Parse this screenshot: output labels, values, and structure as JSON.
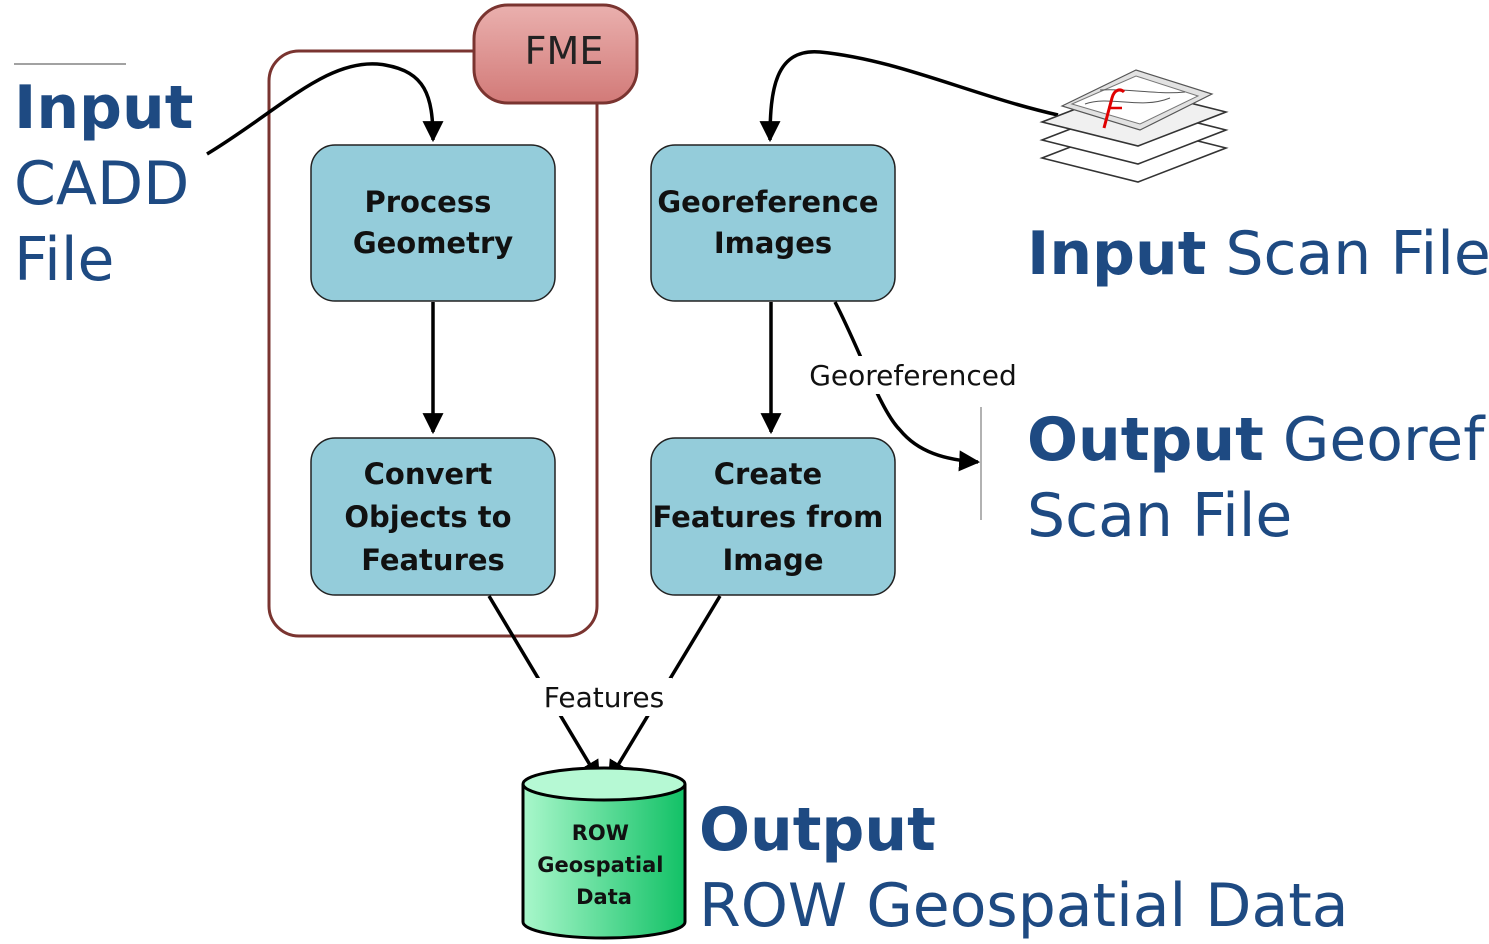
{
  "group": {
    "label": "FME"
  },
  "nodes": {
    "process_geometry": [
      "Process",
      "Geometry"
    ],
    "convert_objects": [
      "Convert",
      "Objects to",
      "Features"
    ],
    "georeference_images": [
      "Georeference",
      "Images"
    ],
    "create_features": [
      "Create",
      "Features from",
      "Image"
    ],
    "row_database": [
      "ROW",
      "Geospatial",
      "Data"
    ]
  },
  "edge_labels": {
    "georeferenced": "Georeferenced",
    "features": "Features"
  },
  "labels": {
    "input_cadd": {
      "bold": "Input",
      "lines": [
        "CADD",
        "File"
      ]
    },
    "input_scan": {
      "bold": "Input",
      "rest": "Scan File"
    },
    "output_georef": {
      "bold": "Output",
      "rest": "Georef",
      "line2": "Scan File"
    },
    "output_row": {
      "bold": "Output",
      "line2": "ROW Geospatial Data"
    }
  },
  "colors": {
    "process_fill": "#94ccda",
    "fme_border": "#8b3a32",
    "fme_fill": "#d98886",
    "db_fill": "#2fd07a",
    "label_text": "#1e4a82"
  }
}
